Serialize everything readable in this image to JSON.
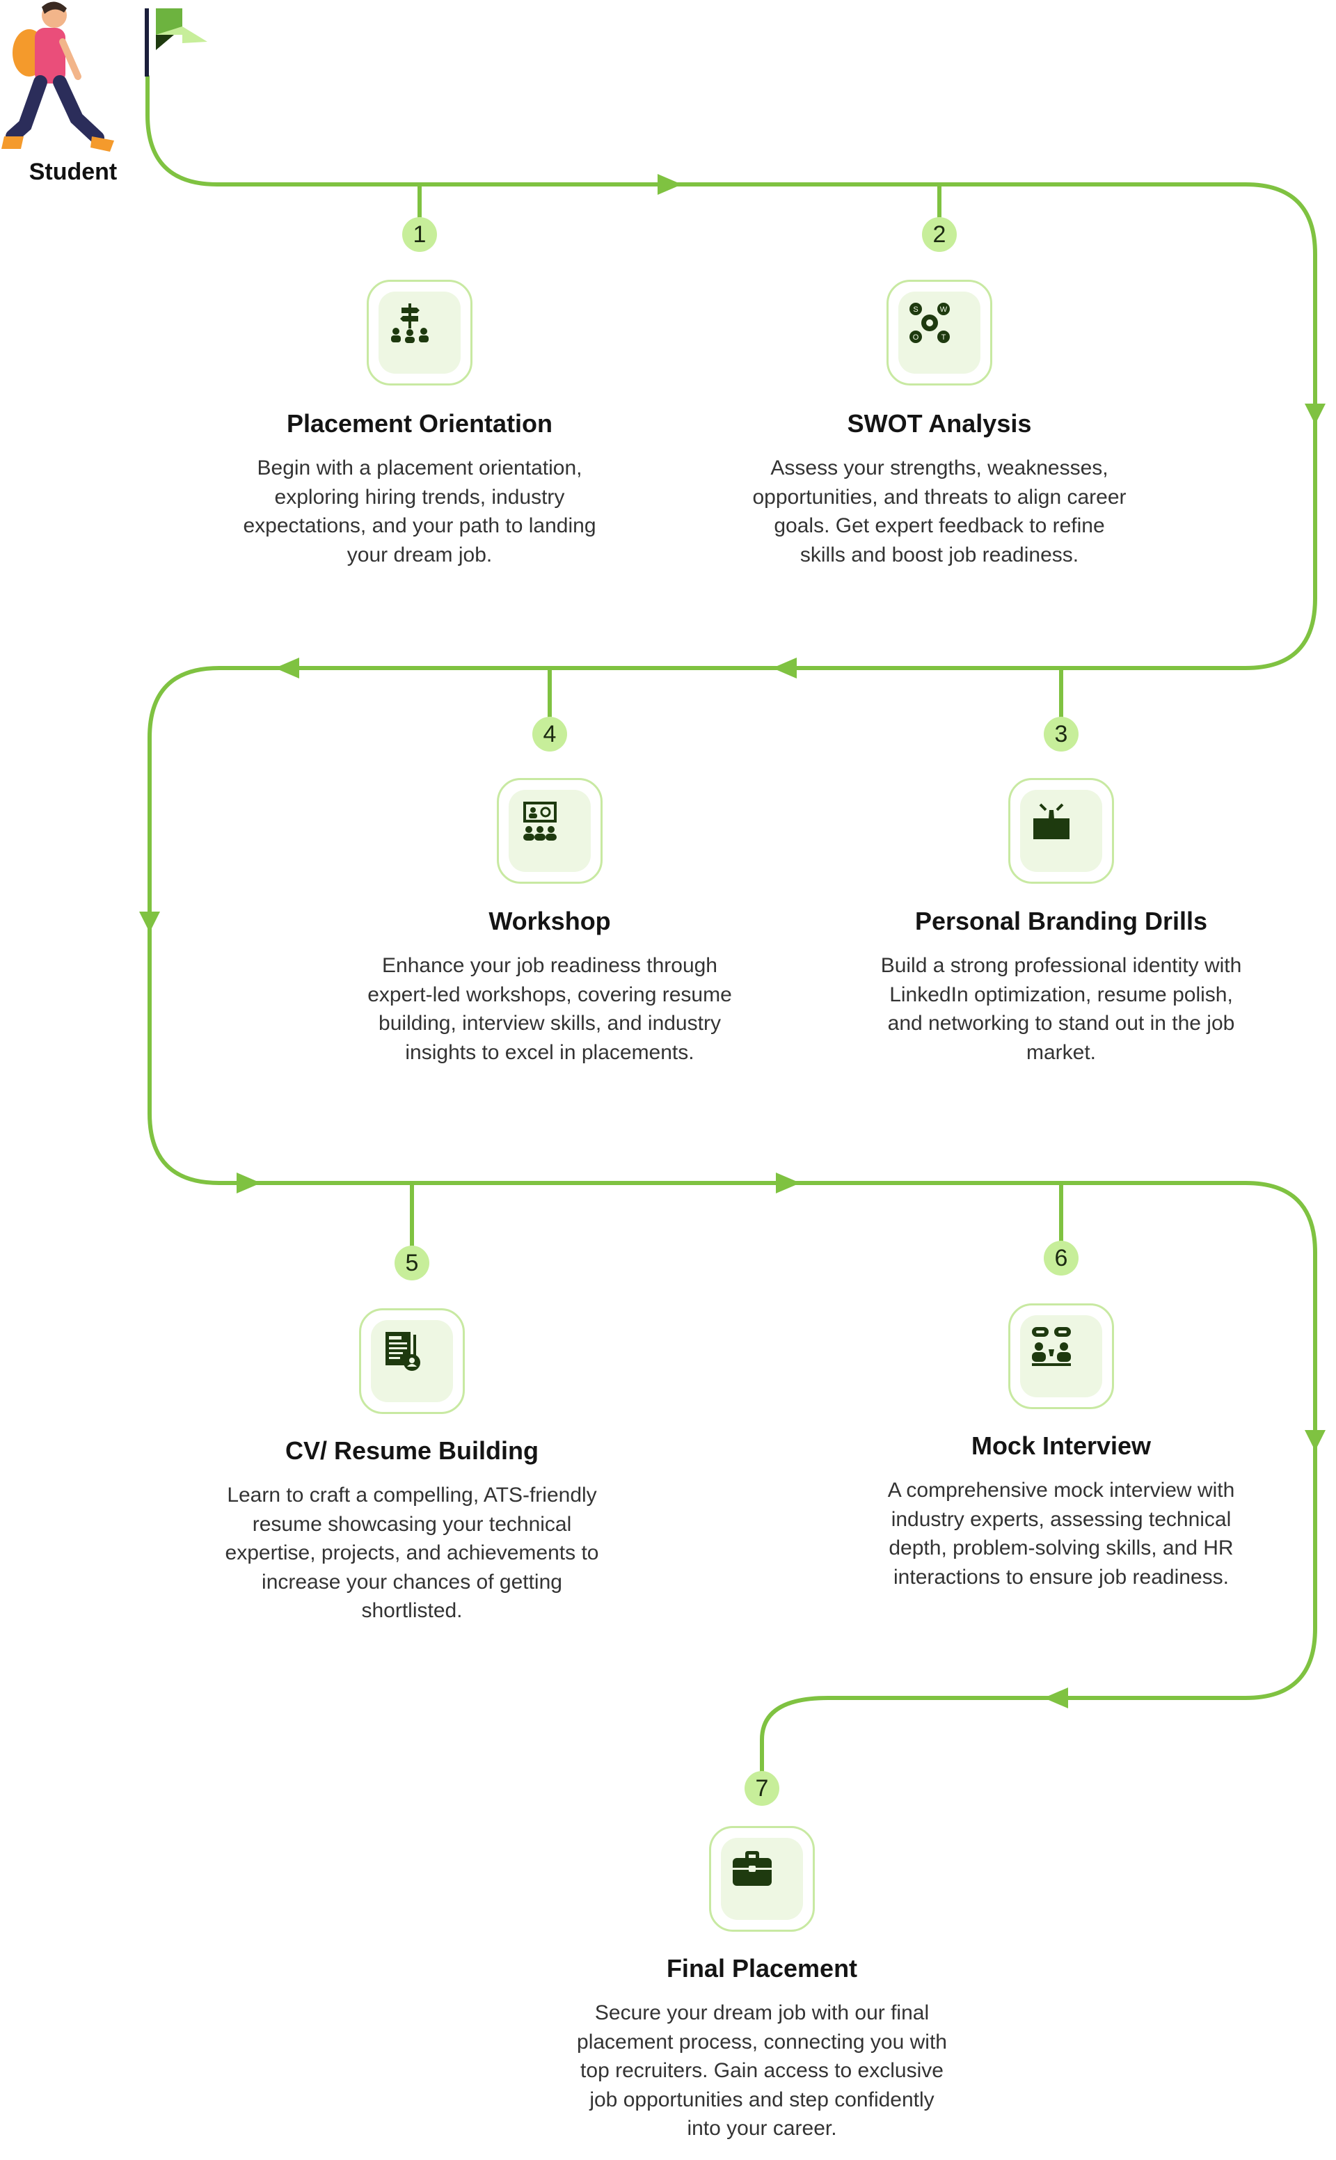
{
  "start": {
    "label": "Student"
  },
  "colors": {
    "path": "#7fc241",
    "badge": "#c7ee9a",
    "icon_dark": "#1e3a0f",
    "icon_bg": "#eef7e3"
  },
  "steps": [
    {
      "number": "1",
      "icon": "signpost-people-icon",
      "title": "Placement Orientation",
      "description": "Begin with a placement orientation, exploring hiring trends, industry expectations, and your path to landing your dream job."
    },
    {
      "number": "2",
      "icon": "swot-gear-icon",
      "title": "SWOT Analysis",
      "description": "Assess your strengths, weaknesses, opportunities, and threats to align career goals. Get expert feedback to refine skills and boost job readiness."
    },
    {
      "number": "3",
      "icon": "suit-tie-icon",
      "title": "Personal Branding Drills",
      "description": "Build a strong professional identity with LinkedIn optimization, resume polish, and networking to stand out in the job market."
    },
    {
      "number": "4",
      "icon": "presentation-audience-icon",
      "title": "Workshop",
      "description": "Enhance your job readiness through expert-led workshops, covering resume building, interview skills, and industry insights to excel in placements."
    },
    {
      "number": "5",
      "icon": "resume-document-icon",
      "title": "CV/ Resume Building",
      "description": "Learn to craft a compelling, ATS-friendly resume showcasing your technical expertise, projects, and achievements to increase your chances of getting shortlisted."
    },
    {
      "number": "6",
      "icon": "interview-chat-icon",
      "title": "Mock Interview",
      "description": "A comprehensive mock interview with industry experts, assessing technical depth, problem-solving skills, and HR interactions to ensure job readiness."
    },
    {
      "number": "7",
      "icon": "briefcase-icon",
      "title": "Final Placement",
      "description": "Secure your dream job with our final placement process, connecting you with top recruiters. Gain access to exclusive job opportunities and step confidently into your career."
    }
  ]
}
